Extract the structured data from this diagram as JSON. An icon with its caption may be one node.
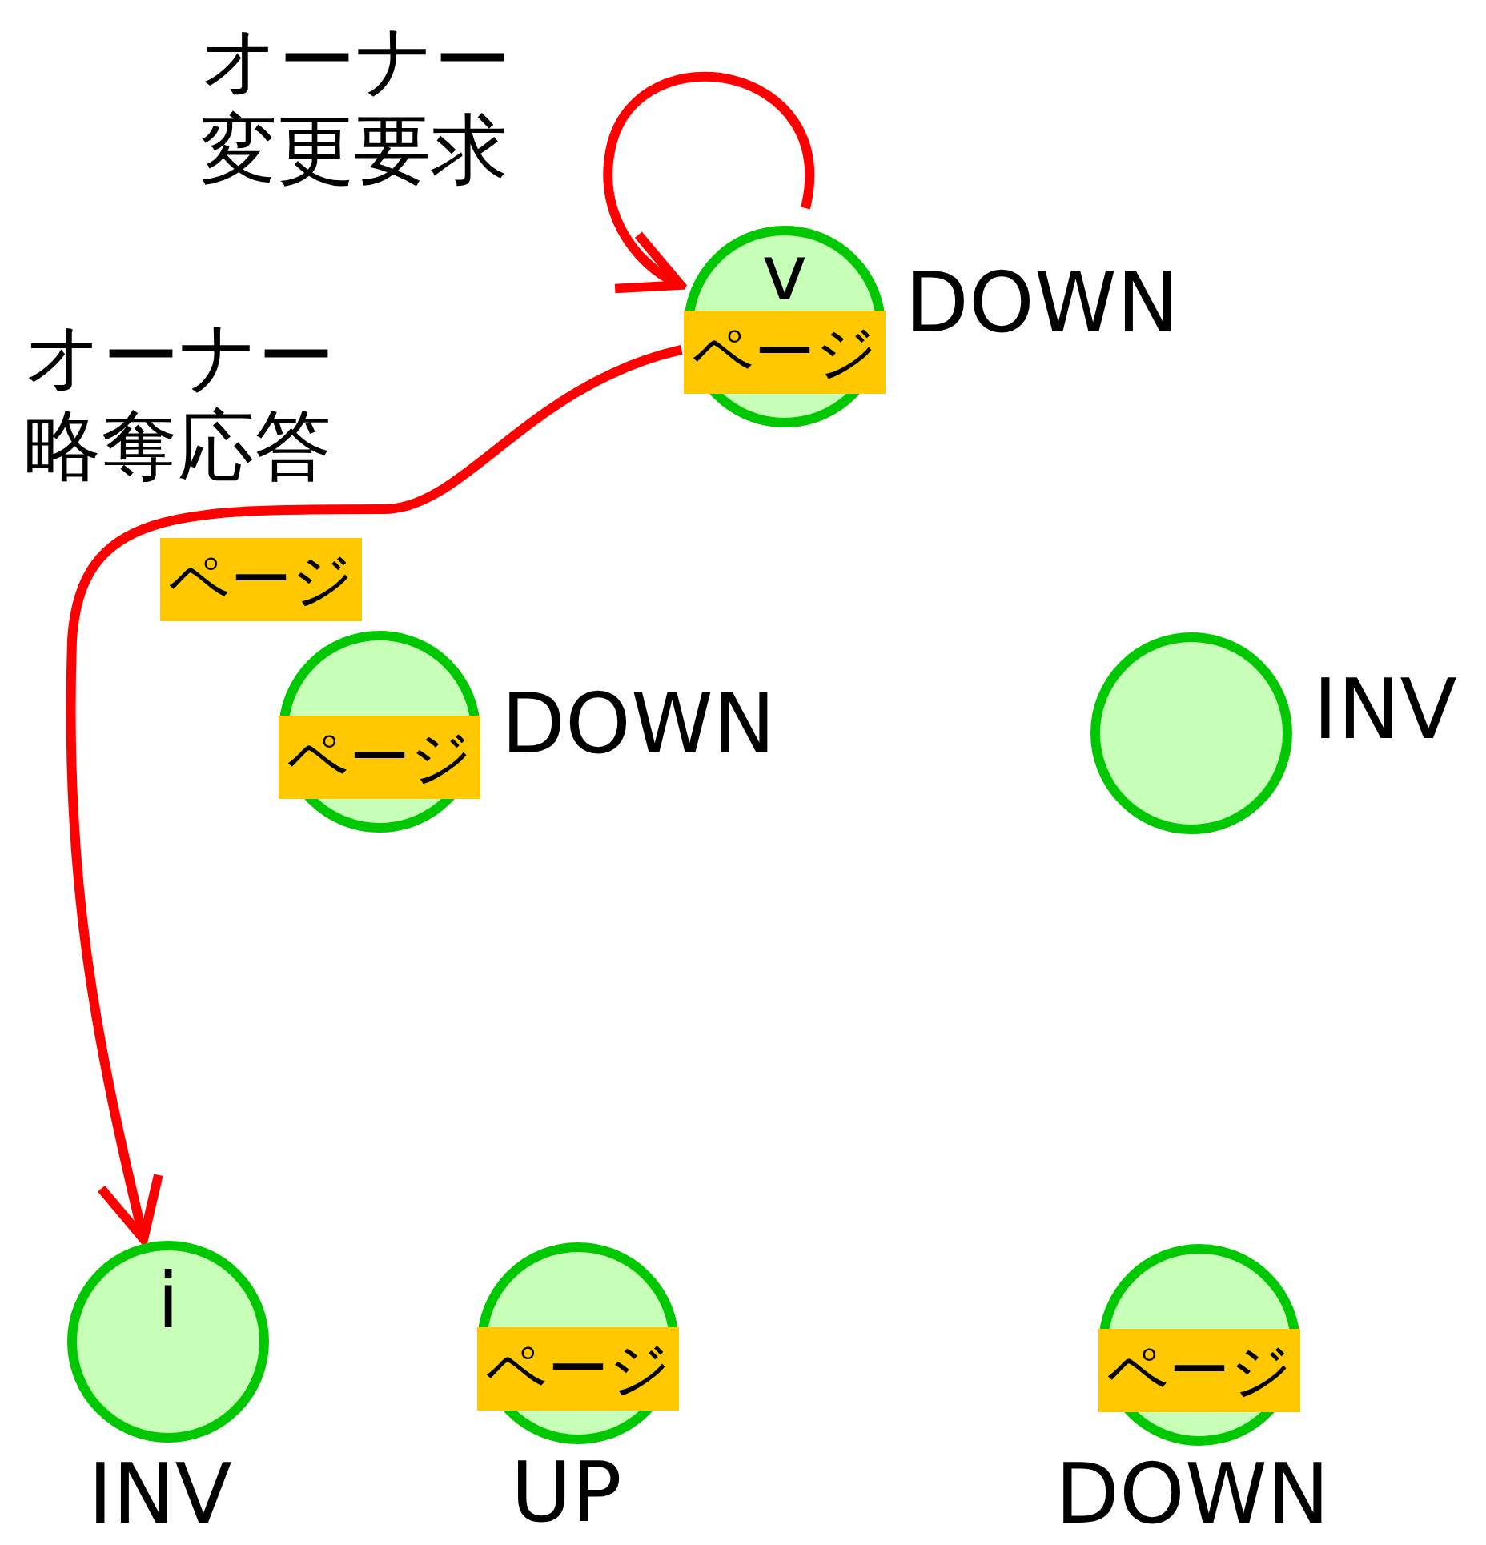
{
  "diagram": {
    "nodes": [
      {
        "text": [
          "v",
          "ページ"
        ],
        "beside": [
          "DOWN"
        ]
      },
      {
        "text": [
          "ページ"
        ]
      },
      {
        "text": [
          "ページ"
        ],
        "beside": [
          "DOWN"
        ]
      },
      {
        "text": [],
        "shape": "circle",
        "beside": [
          "INV"
        ]
      },
      {
        "text": [
          "i"
        ],
        "beside": [
          "INV"
        ]
      },
      {
        "text": [
          "ページ"
        ],
        "beside": [
          "UP"
        ]
      },
      {
        "text": [
          "ページ"
        ],
        "beside": [
          "DOWN"
        ]
      }
    ],
    "edges": [
      {
        "from": 0,
        "to": 0,
        "arrow": "to",
        "label": "オーナー変更要求",
        "color": "#ff0000"
      },
      {
        "from": 0,
        "to": 4,
        "arrow": "to",
        "label": "オーナー略奪応答",
        "color": "#ff0000"
      }
    ]
  }
}
